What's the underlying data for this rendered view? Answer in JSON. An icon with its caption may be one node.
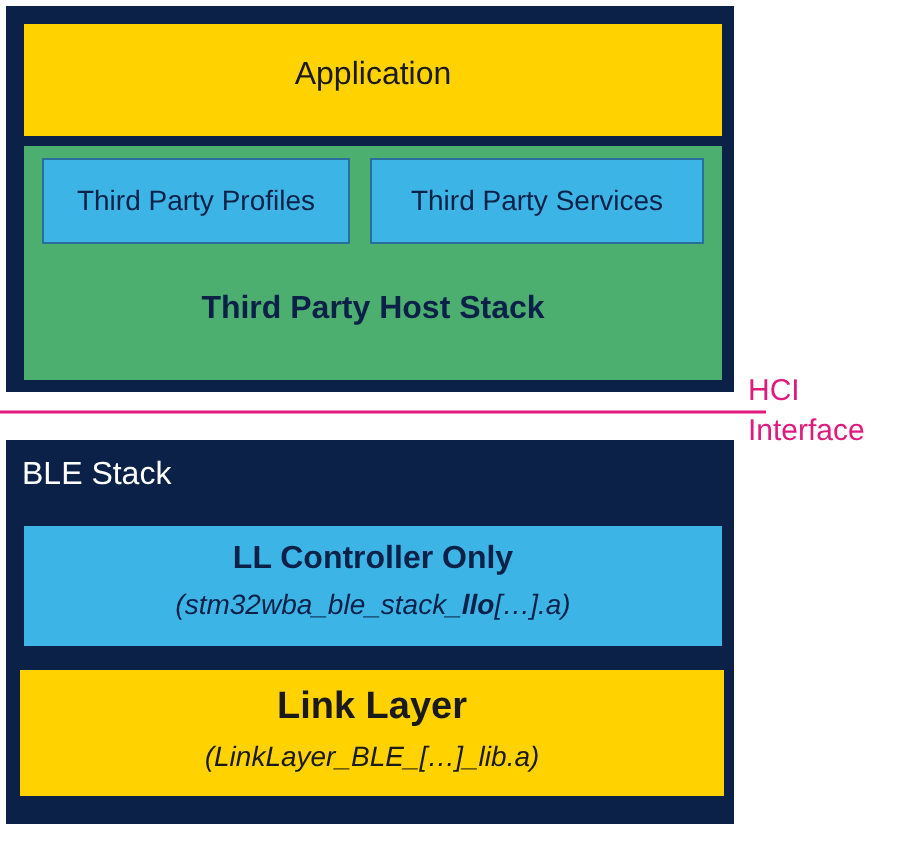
{
  "diagram": {
    "nodes": [
      {
        "text": [],
        "shape": "box"
      },
      {
        "text": [
          "Application"
        ],
        "in": 0
      },
      {
        "text": [
          "Third Party Host Stack"
        ],
        "in": 0
      },
      {
        "text": [
          "Third Party Profiles"
        ],
        "in": 2
      },
      {
        "text": [
          "Third Party Services"
        ],
        "in": 2
      },
      {
        "text": [
          "BLE Stack"
        ]
      },
      {
        "text": [
          "LL Controller Only",
          "(stm32wba_ble_stack_**llo**[…].a)"
        ],
        "in": 5
      },
      {
        "text": [
          "Link Layer",
          "(LinkLayer_BLE_[…]_lib.a)"
        ],
        "in": 5
      }
    ],
    "labels": [
      "HCI Interface"
    ]
  }
}
